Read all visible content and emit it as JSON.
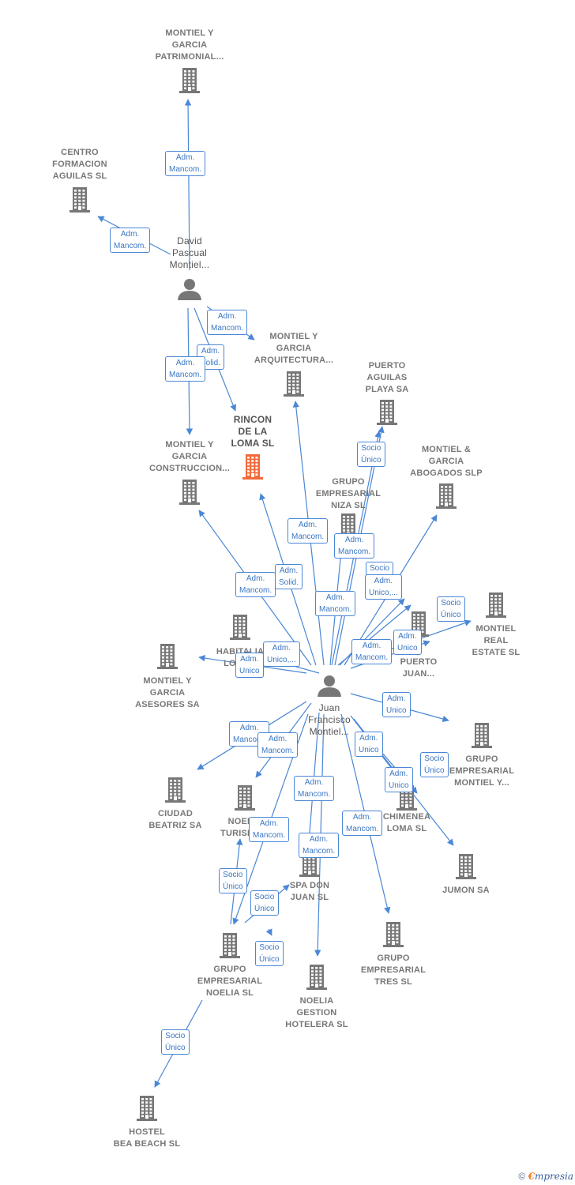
{
  "colors": {
    "edge": "#4a87d6",
    "building": "#777777",
    "focus": "#f26a3a",
    "person": "#777777"
  },
  "nodes": [
    {
      "id": "montiel-patrimonial",
      "kind": "company",
      "label": "MONTIEL Y\nGARCIA\nPATRIMONIAL..."
    },
    {
      "id": "centro-formacion",
      "kind": "company",
      "label": "CENTRO\nFORMACION\nAGUILAS SL"
    },
    {
      "id": "david",
      "kind": "person",
      "label": "David\nPascual\nMontiel..."
    },
    {
      "id": "montiel-arquitectura",
      "kind": "company",
      "label": "MONTIEL Y\nGARCIA\nARQUITECTURA..."
    },
    {
      "id": "puerto-aguilas",
      "kind": "company",
      "label": "PUERTO\nAGUILAS\nPLAYA SA"
    },
    {
      "id": "rincon",
      "kind": "focus",
      "label": "RINCON\nDE LA\nLOMA SL"
    },
    {
      "id": "montiel-construccion",
      "kind": "company",
      "label": "MONTIEL Y\nGARCIA\nCONSTRUCCION..."
    },
    {
      "id": "grupo-niza",
      "kind": "company",
      "label": "GRUPO\nEMPRESARIAL\nNIZA SL"
    },
    {
      "id": "montiel-abogados",
      "kind": "company",
      "label": "MONTIEL &\nGARCIA\nABOGADOS SLP"
    },
    {
      "id": "montiel-real",
      "kind": "company",
      "label": "MONTIEL\nREAL\nESTATE SL"
    },
    {
      "id": "habitalia",
      "kind": "company",
      "label": "HABITALIA\nLORC..."
    },
    {
      "id": "puerto-juan",
      "kind": "company",
      "label": "...\nPUERTO\nJUAN..."
    },
    {
      "id": "montiel-asesores",
      "kind": "company",
      "label": "MONTIEL Y\nGARCIA\nASESORES SA"
    },
    {
      "id": "juan",
      "kind": "person",
      "label": "Juan\nFrancisco\nMontiel..."
    },
    {
      "id": "grupo-montiel",
      "kind": "company",
      "label": "GRUPO\nEMPRESARIAL\nMONTIEL Y..."
    },
    {
      "id": "ciudad-beatriz",
      "kind": "company",
      "label": "CIUDAD\nBEATRIZ SA"
    },
    {
      "id": "noelia-turismo",
      "kind": "company",
      "label": "NOELIA\nTURISMO..."
    },
    {
      "id": "chimenea",
      "kind": "company",
      "label": "CHIMENEA\nLOMA SL"
    },
    {
      "id": "spa-don-juan",
      "kind": "company",
      "label": "SPA DON\nJUAN SL"
    },
    {
      "id": "jumon",
      "kind": "company",
      "label": "JUMON SA"
    },
    {
      "id": "grupo-noelia",
      "kind": "company",
      "label": "GRUPO\nEMPRESARIAL\nNOELIA SL"
    },
    {
      "id": "grupo-tres",
      "kind": "company",
      "label": "GRUPO\nEMPRESARIAL\nTRES SL"
    },
    {
      "id": "noelia-gestion",
      "kind": "company",
      "label": "NOELIA\nGESTION\nHOTELERA SL"
    },
    {
      "id": "hostel-bea",
      "kind": "company",
      "label": "HOSTEL\nBEA BEACH SL"
    }
  ],
  "edges": [
    {
      "from": "david",
      "to": "montiel-patrimonial",
      "label": "Adm.\nMancom."
    },
    {
      "from": "david",
      "to": "centro-formacion",
      "label": "Adm.\nMancom."
    },
    {
      "from": "david",
      "to": "montiel-arquitectura",
      "label": "Adm.\nMancom."
    },
    {
      "from": "david",
      "to": "rincon",
      "label": "Adm.\nSolid."
    },
    {
      "from": "david",
      "to": "montiel-construccion",
      "label": "Adm.\nMancom."
    },
    {
      "from": "juan",
      "to": "montiel-arquitectura",
      "label": "Adm.\nMancom."
    },
    {
      "from": "juan",
      "to": "puerto-aguilas",
      "label": "Socio\nÚnico"
    },
    {
      "from": "juan",
      "to": "rincon",
      "label": "Adm.\nSolid."
    },
    {
      "from": "juan",
      "to": "montiel-construccion",
      "label": "Adm.\nMancom."
    },
    {
      "from": "juan",
      "to": "grupo-niza",
      "label": "Adm.\nMancom."
    },
    {
      "from": "juan",
      "to": "montiel-abogados",
      "label": "Socio"
    },
    {
      "from": "juan",
      "to": "puerto-juan",
      "label": "Adm.\nUnico,..."
    },
    {
      "from": "juan",
      "to": "montiel-real",
      "label": "Socio\nÚnico"
    },
    {
      "from": "juan",
      "to": "puerto-juan",
      "label": "Adm.\nUnico"
    },
    {
      "from": "juan",
      "to": "puerto-aguilas",
      "label": "Adm.\nMancom."
    },
    {
      "from": "juan",
      "to": "montiel-abogados",
      "label": "Adm.\nMancom."
    },
    {
      "from": "juan",
      "to": "habitalia",
      "label": "Adm.\nUnico,..."
    },
    {
      "from": "juan",
      "to": "montiel-asesores",
      "label": "Adm.\nUnico"
    },
    {
      "from": "juan",
      "to": "grupo-montiel",
      "label": "Adm.\nUnico"
    },
    {
      "from": "juan",
      "to": "ciudad-beatriz",
      "label": "Adm.\nMancom."
    },
    {
      "from": "juan",
      "to": "noelia-turismo",
      "label": "Adm.\nMancom."
    },
    {
      "from": "juan",
      "to": "chimenea",
      "label": "Adm.\nUnico"
    },
    {
      "from": "juan",
      "to": "jumon",
      "label": "Socio\nÚnico"
    },
    {
      "from": "juan",
      "to": "chimenea",
      "label": "Adm.\nUnico"
    },
    {
      "from": "juan",
      "to": "spa-don-juan",
      "label": "Adm.\nMancom."
    },
    {
      "from": "juan",
      "to": "grupo-noelia",
      "label": "Adm.\nMancom."
    },
    {
      "from": "juan",
      "to": "grupo-tres",
      "label": "Adm.\nMancom."
    },
    {
      "from": "juan",
      "to": "noelia-gestion",
      "label": "Adm.\nMancom."
    },
    {
      "from": "grupo-noelia",
      "to": "noelia-turismo",
      "label": "Socio\nÚnico"
    },
    {
      "from": "grupo-noelia",
      "to": "spa-don-juan",
      "label": "Socio\nÚnico"
    },
    {
      "from": "grupo-noelia",
      "to": "noelia-gestion",
      "label": "Socio\nÚnico"
    },
    {
      "from": "grupo-noelia",
      "to": "hostel-bea",
      "label": "Socio\nÚnico"
    }
  ],
  "footer": {
    "copyright": "©",
    "brand_e": "€",
    "brand_rest": "mpresia"
  }
}
